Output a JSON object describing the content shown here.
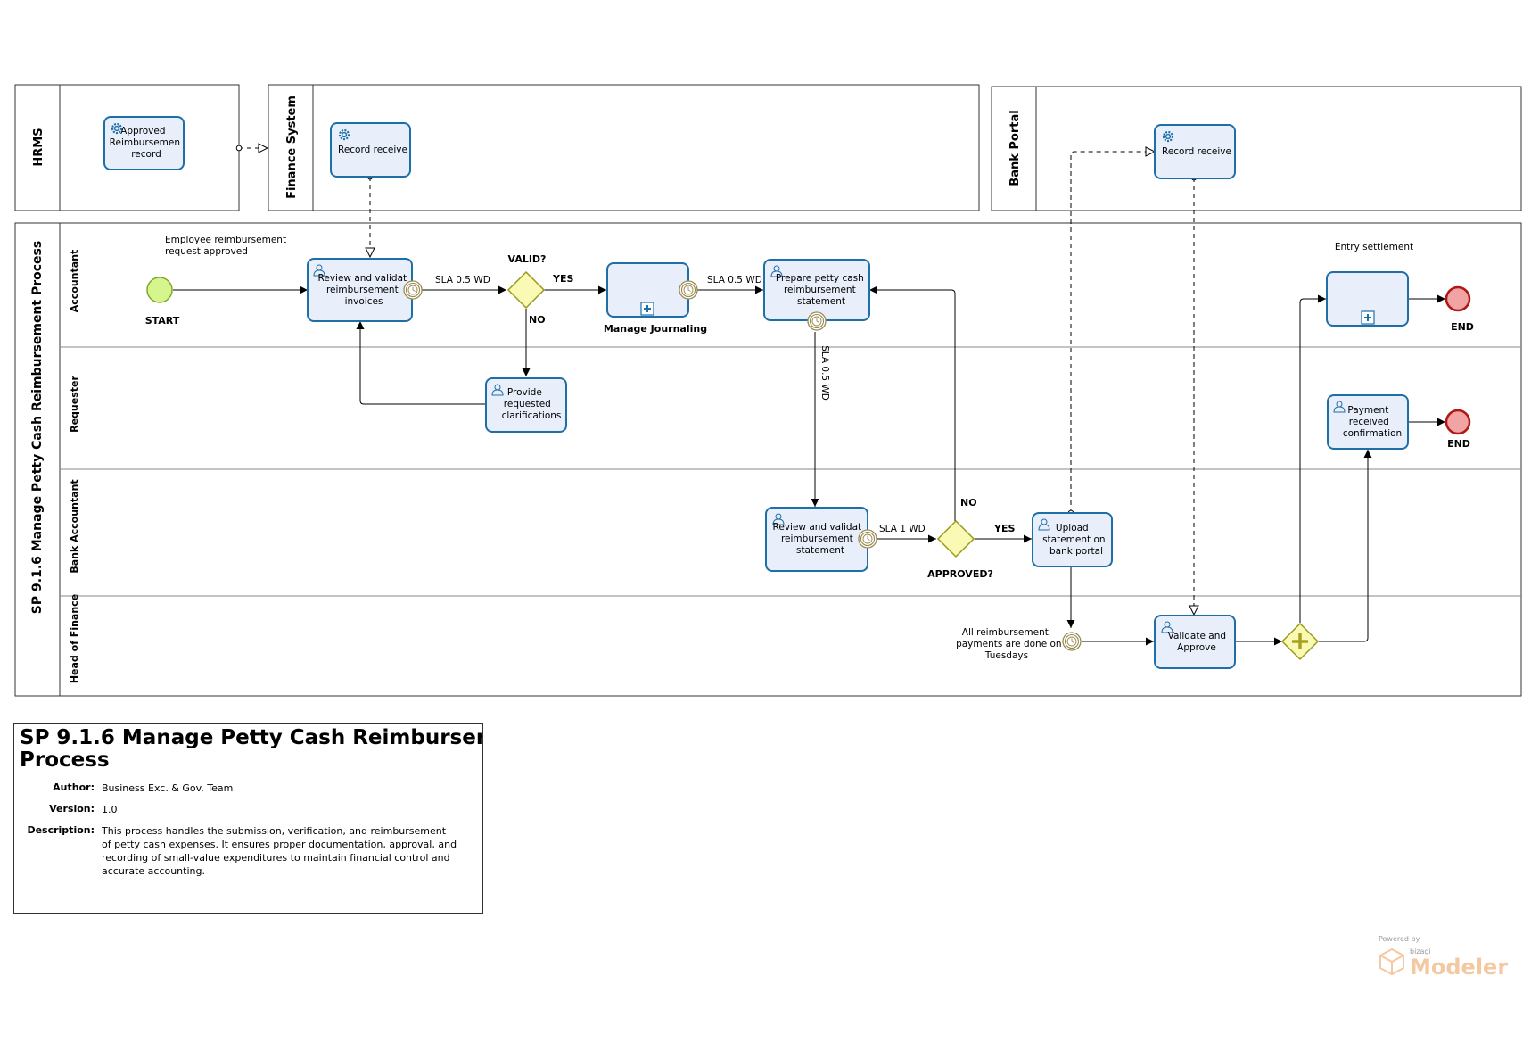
{
  "pools": {
    "hrms": "HRMS",
    "finance": "Finance System",
    "bank": "Bank Portal",
    "main": "SP 9.1.6 Manage Petty Cash Reimbursement Process"
  },
  "lanes": {
    "accountant": "Accountant",
    "requester": "Requester",
    "bank_accountant": "Bank Accountant",
    "head_finance": "Head of Finance"
  },
  "tasks": {
    "approved_record": [
      "Approved",
      "Reimbursemen",
      "record"
    ],
    "record_receive_fin": [
      "Record receive"
    ],
    "record_receive_bank": [
      "Record receive"
    ],
    "review_invoices": [
      "Review and validat",
      "reimbursement",
      "invoices"
    ],
    "manage_journaling": "Manage Journaling",
    "prepare_statement": [
      "Prepare petty cash",
      "reimbursement",
      "statement"
    ],
    "provide_clarifications": [
      "Provide",
      "requested",
      "clarifications"
    ],
    "review_statement": [
      "Review and validat",
      "reimbursement",
      "statement"
    ],
    "upload_statement": [
      "Upload",
      "statement on",
      "bank portal"
    ],
    "validate_approve": [
      "Validate and",
      "Approve"
    ],
    "payment_confirmation": [
      "Payment",
      "received",
      "confirmation"
    ],
    "entry_settlement": "Entry settlement"
  },
  "events": {
    "start": "START",
    "start_note": [
      "Employee reimbursement",
      "request approved"
    ],
    "end1": "END",
    "end2": "END",
    "timer_note": [
      "All reimbursement",
      "payments are done on",
      "Tuesdays"
    ]
  },
  "gateways": {
    "valid": "VALID?",
    "approved": "APPROVED?"
  },
  "flow_labels": {
    "sla_05_a": "SLA 0.5 WD",
    "sla_05_b": "SLA 0.5 WD",
    "sla_05_c": "SLA 0.5 WD",
    "sla_1": "SLA 1 WD",
    "yes1": "YES",
    "no1": "NO",
    "yes2": "YES",
    "no2": "NO"
  },
  "info": {
    "title_line1": "SP 9.1.6 Manage Petty Cash Reimbursem",
    "title_line2": "Process",
    "author_key": "Author:",
    "author_val": "Business Exc. & Gov. Team",
    "version_key": "Version:",
    "version_val": "1.0",
    "desc_key": "Description:",
    "desc_val": "This process handles the submission, verification, and reimbursement of petty cash expenses. It ensures proper documentation, approval, and recording of small-value expenditures to maintain financial control and accurate accounting."
  },
  "watermark": {
    "powered": "Powered by",
    "brand": "bizagi",
    "product": "Modeler"
  },
  "colors": {
    "task_fill": "#e8eefa",
    "task_stroke": "#1e6fa8",
    "start_fill": "#d6f58c",
    "end_fill": "#f2a3a3",
    "end_stroke": "#b01818",
    "gateway_fill": "#fafab4",
    "gateway_stroke": "#9a9a1a"
  }
}
